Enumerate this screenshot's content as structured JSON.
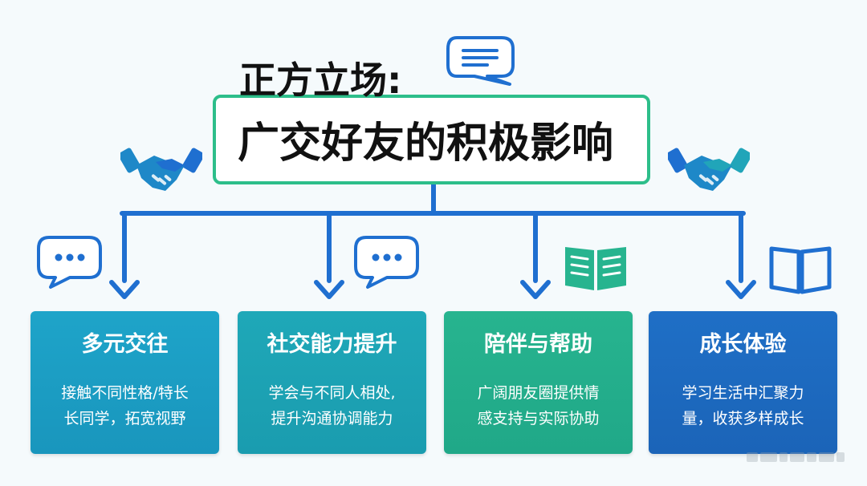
{
  "title": {
    "line1": "正方立场:",
    "line2": "广交好友的积极影响"
  },
  "colors": {
    "connector": "#1f6fd0",
    "title_border": "#2dbe8a",
    "card_1": "#1ea4c9",
    "card_2": "#1fa8b8",
    "card_3": "#27b48f",
    "card_4": "#1f6fc6"
  },
  "icons": {
    "top_center": "chat-bubble-lines-icon",
    "left_top": "handshake-icon",
    "right_top": "handshake-icon",
    "above_card_1": "chat-bubble-dots-icon",
    "above_card_2": "chat-bubble-dots-icon",
    "above_card_3": "open-book-icon",
    "above_card_4": "open-book-outline-icon"
  },
  "cards": [
    {
      "title": "多元交往",
      "lines": [
        "接触不同性格/特长",
        "长同学，拓宽视野"
      ]
    },
    {
      "title": "社交能力提升",
      "lines": [
        "学会与不同人相处,",
        "提升沟通协调能力"
      ]
    },
    {
      "title": "陪伴与帮助",
      "lines": [
        "广阔朋友圈提供情",
        "感支持与实际协助"
      ]
    },
    {
      "title": "成长体验",
      "lines": [
        "学习生活中汇聚力",
        "量，收获多样成长"
      ]
    }
  ]
}
